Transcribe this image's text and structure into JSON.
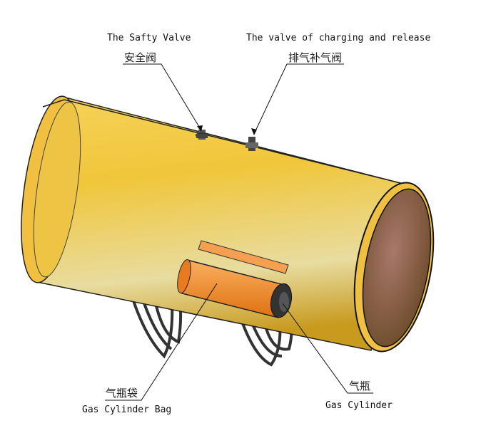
{
  "labels": {
    "safety_valve": {
      "en": "The Safty Valve",
      "cn": "安全阀"
    },
    "charge_valve": {
      "en": "The valve of charging and release",
      "cn": "排气补气阀"
    },
    "bag": {
      "en": "Gas Cylinder Bag",
      "cn": "气瓶袋"
    },
    "cylinder": {
      "en": "Gas Cylinder",
      "cn": "气瓶"
    }
  },
  "colors": {
    "body": "#e8b832",
    "end_cap": "#8a5a3c",
    "bag": "#f08a1c"
  }
}
